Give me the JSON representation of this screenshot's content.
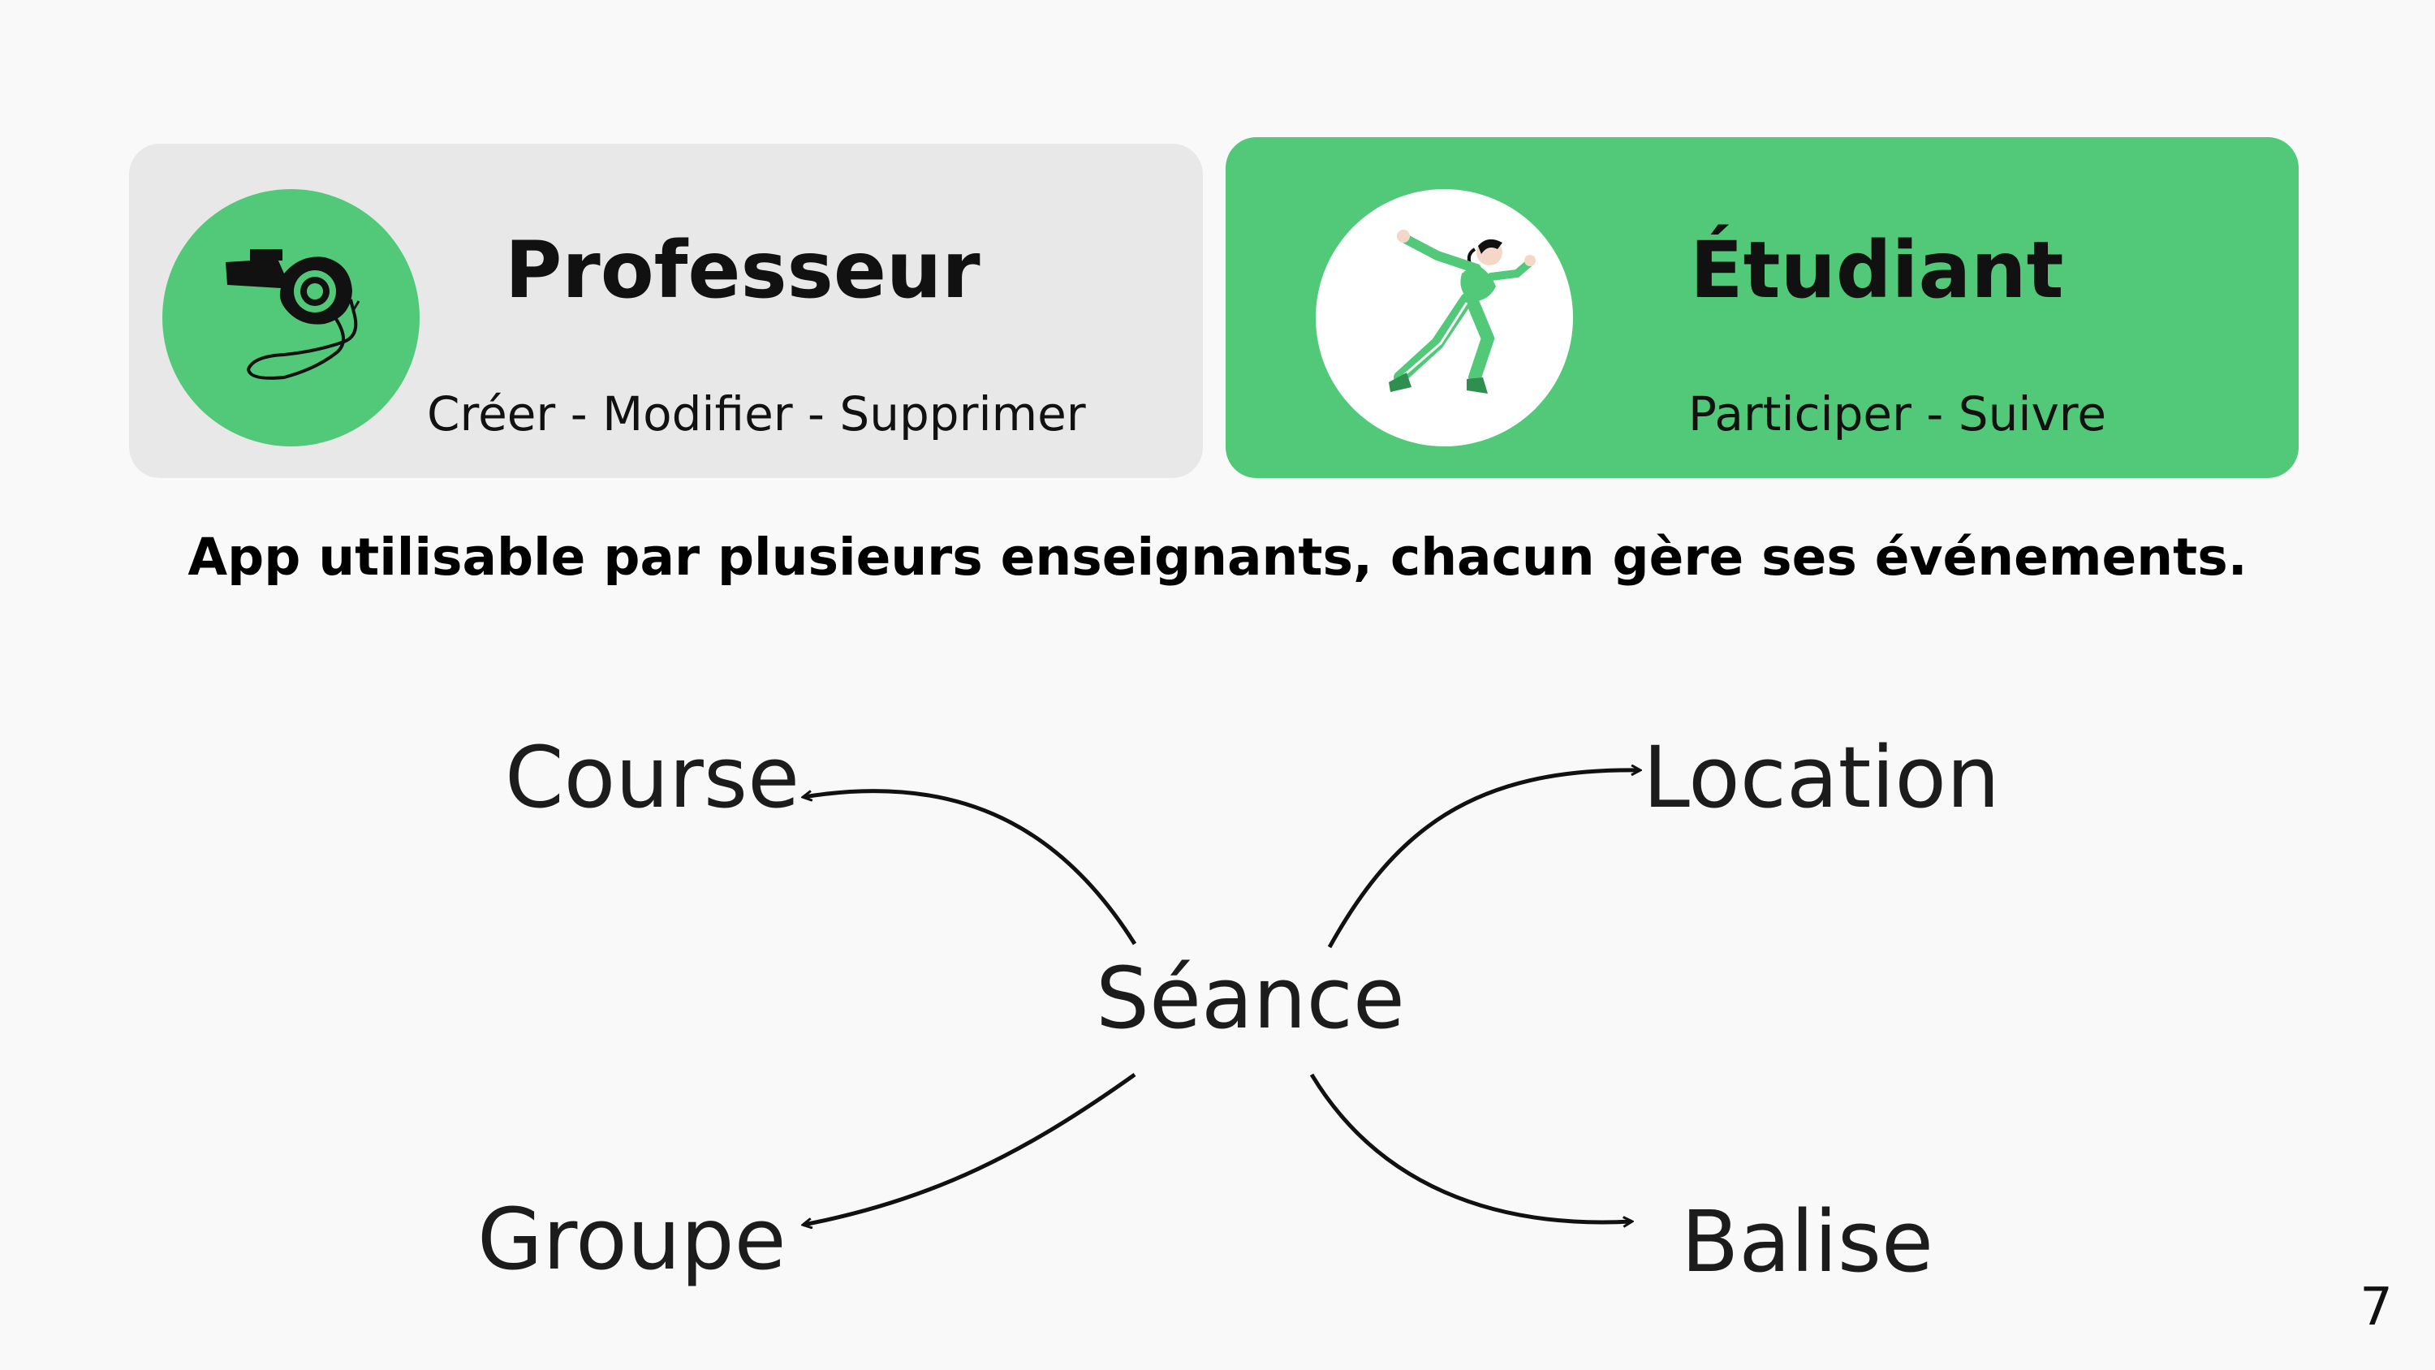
{
  "cards": [
    {
      "title": "Professeur",
      "subtitle": "Créer - Modifier - Supprimer",
      "icon": "whistle-icon",
      "bg_color": "#e8e8e8",
      "icon_bg_color": "#51c979"
    },
    {
      "title": "Étudiant",
      "subtitle": "Participer - Suivre",
      "icon": "runner-icon",
      "bg_color": "#51c979",
      "icon_bg_color": "#ffffff"
    }
  ],
  "headline": "App utilisable par plusieurs enseignants, chacun gère ses événements.",
  "diagram": {
    "center": "Séance",
    "nodes": [
      "Course",
      "Location",
      "Groupe",
      "Balise"
    ]
  },
  "page_number": "7",
  "colors": {
    "accent_green": "#51c979",
    "background": "#f9f9f9"
  }
}
